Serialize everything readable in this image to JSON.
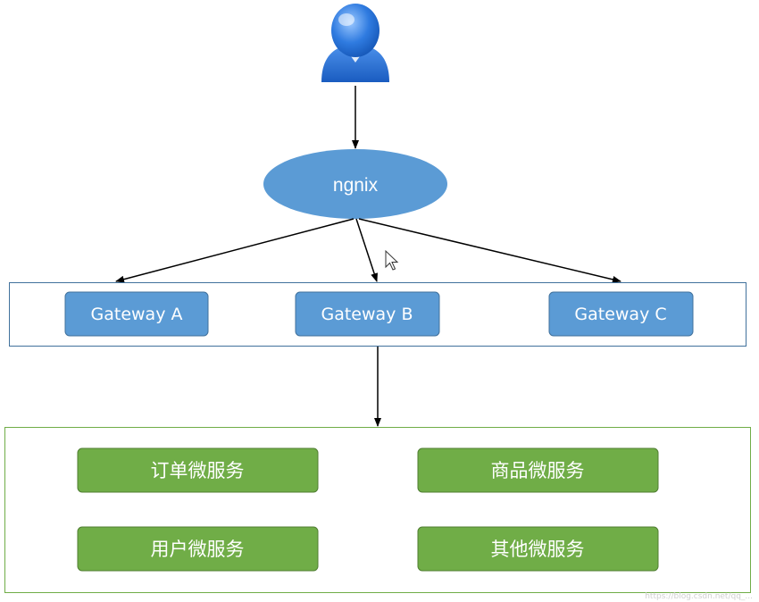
{
  "user": {
    "icon": "user-icon"
  },
  "ngnix": {
    "label": "ngnix",
    "color": "#5b9bd5"
  },
  "gateways": {
    "color": "#5b9bd5",
    "container_border": "#41719c",
    "items": [
      {
        "label": "Gateway A"
      },
      {
        "label": "Gateway B"
      },
      {
        "label": "Gateway C"
      }
    ]
  },
  "services": {
    "color": "#70ad47",
    "container_border": "#70ad47",
    "items": [
      {
        "label": "订单微服务"
      },
      {
        "label": "商品微服务"
      },
      {
        "label": "用户微服务"
      },
      {
        "label": "其他微服务"
      }
    ]
  },
  "watermark": "https://blog.csdn.net/qq_..."
}
